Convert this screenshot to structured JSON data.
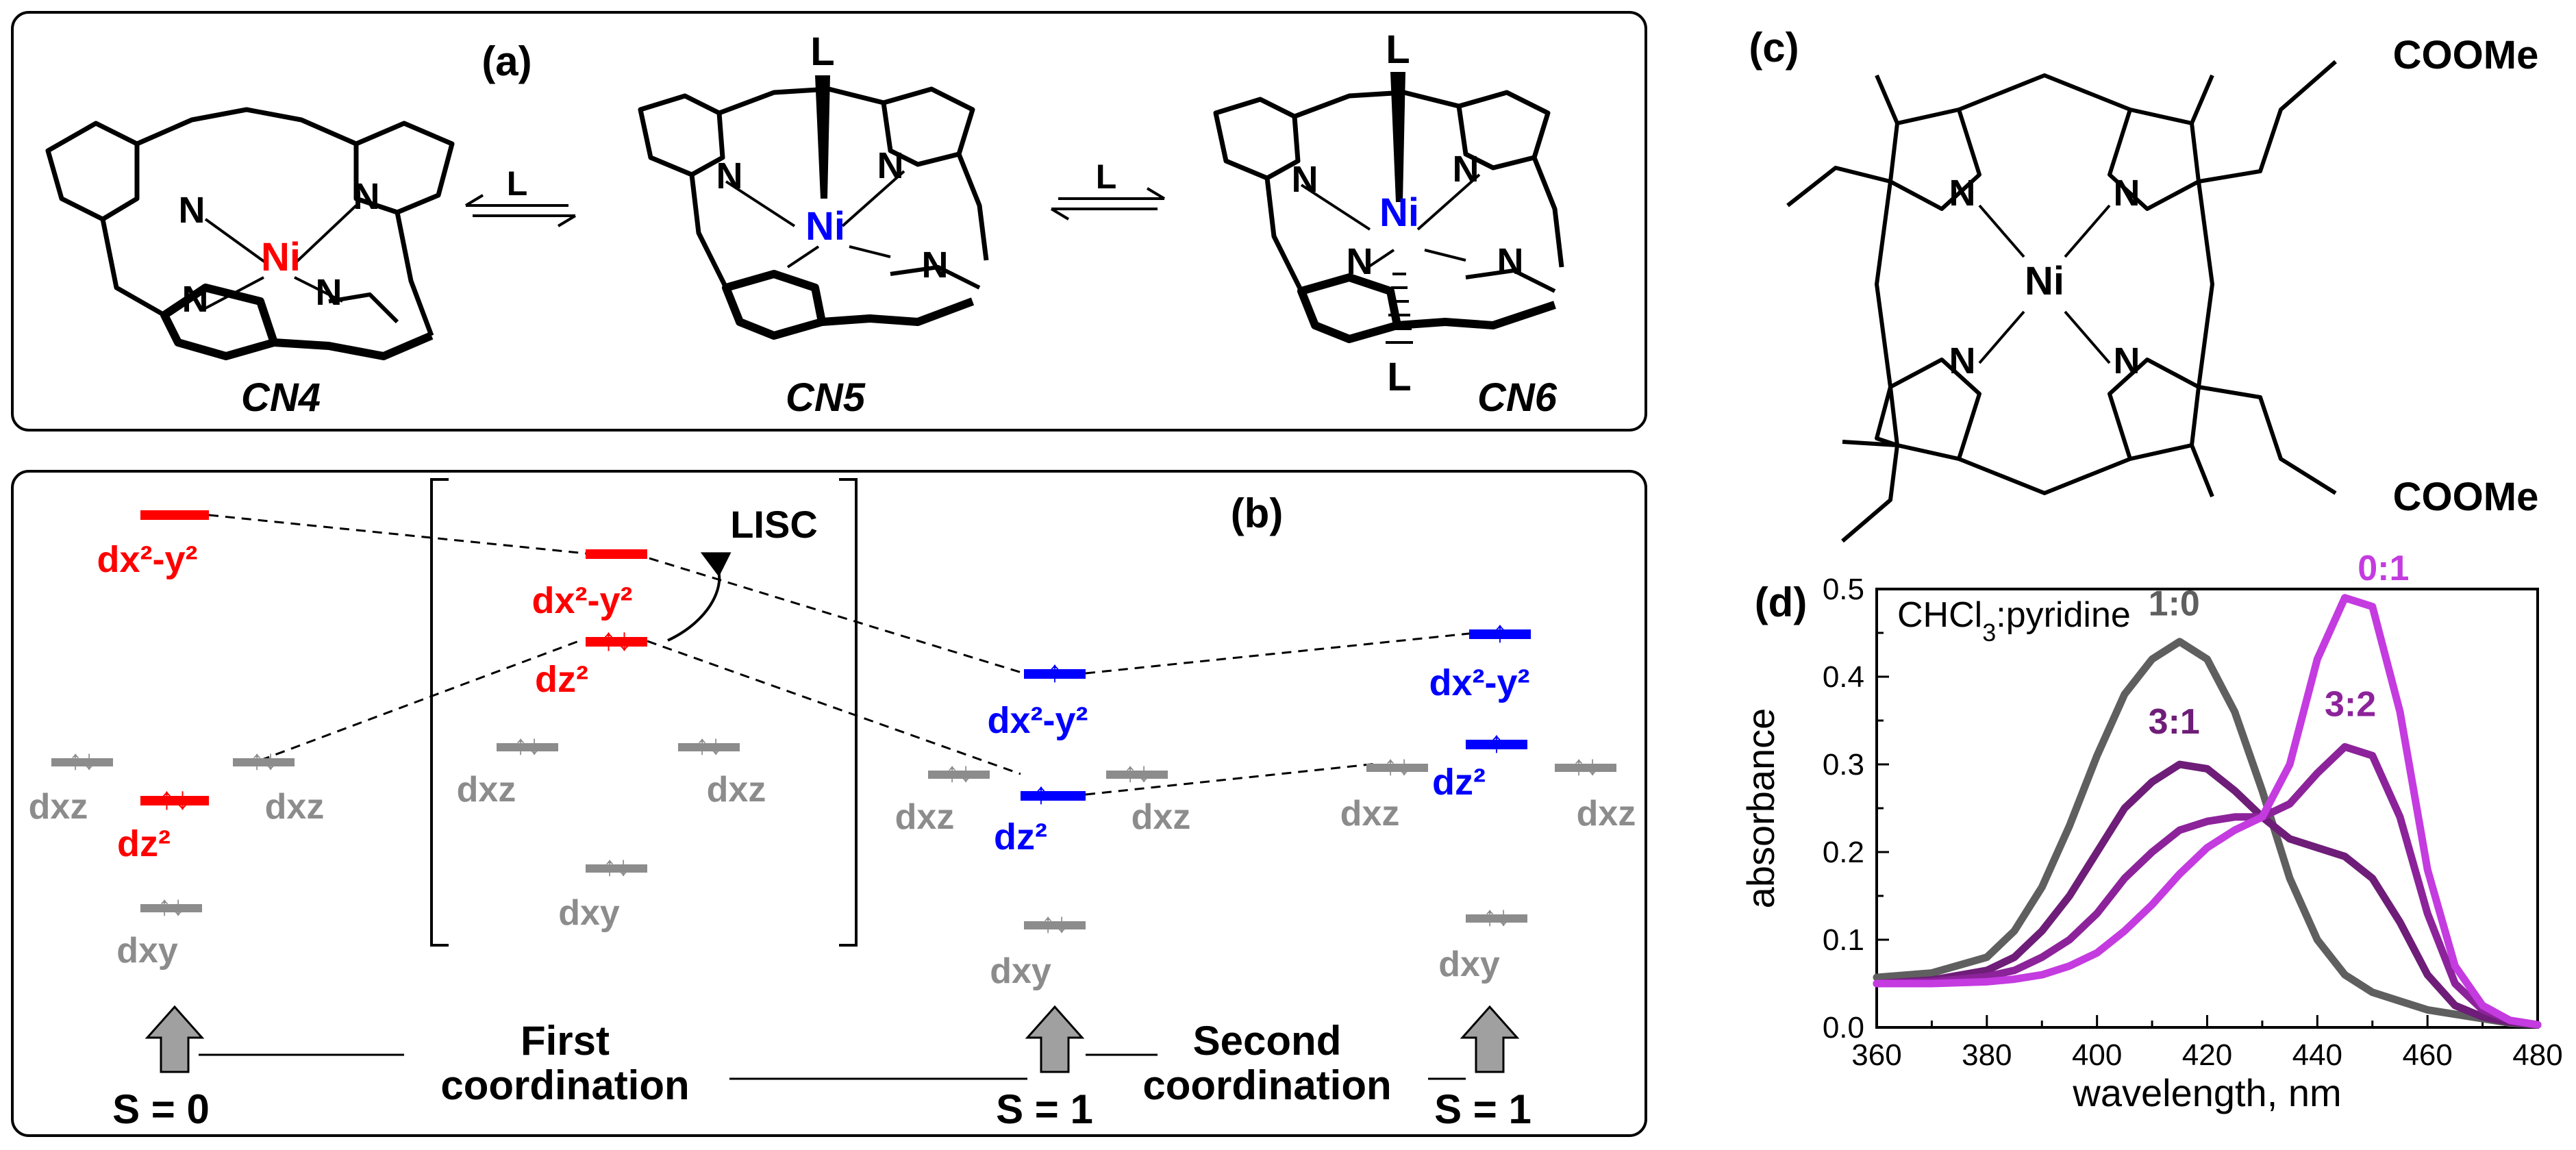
{
  "colors": {
    "cn4": "#ff0000",
    "cn5": "#0000ff",
    "gray_orbital": "#8c8c8c",
    "black": "#000000",
    "series_1_0": "#5f5f5f",
    "series_3_1": "#6e1d78",
    "series_3_2": "#8c239a",
    "series_0_1": "#c43be0"
  },
  "panel_a": {
    "label": "(a)",
    "cn4": "CN4",
    "cn5": "CN5",
    "cn6": "CN6",
    "ligand": "L",
    "ni": "Ni",
    "n": "N"
  },
  "panel_b": {
    "label": "(b)",
    "lisc": "LISC",
    "first_coordination": [
      "First",
      "coordination"
    ],
    "second_coordination": [
      "Second",
      "coordination"
    ],
    "spin_s0": "S = 0",
    "spin_s1a": "S = 1",
    "spin_s1b": "S = 1",
    "orbital_dx2y2": "dx²-y²",
    "orbital_dz2": "dz²",
    "orbital_dxz": "dxz",
    "orbital_dxy": "dxy"
  },
  "panel_c": {
    "label": "(c)",
    "substituent_top": "COOMe",
    "substituent_bottom": "COOMe",
    "ni": "Ni",
    "n": "N"
  },
  "panel_d": {
    "label": "(d)"
  },
  "chart_data": {
    "type": "line",
    "title": "CHCl3:pyridine",
    "xlabel": "wavelength, nm",
    "ylabel": "absorbance",
    "xlim": [
      360,
      480
    ],
    "ylim": [
      0,
      0.5
    ],
    "xticks": [
      360,
      380,
      400,
      420,
      440,
      460,
      480
    ],
    "yticks": [
      0.0,
      0.1,
      0.2,
      0.3,
      0.4,
      0.5
    ],
    "series": [
      {
        "name": "1:0",
        "color": "#5f5f5f",
        "x": [
          360,
          370,
          380,
          385,
          390,
          395,
          400,
          405,
          410,
          415,
          420,
          425,
          430,
          435,
          440,
          445,
          450,
          455,
          460,
          465,
          470,
          475,
          480
        ],
        "y": [
          0.057,
          0.062,
          0.08,
          0.11,
          0.16,
          0.23,
          0.31,
          0.38,
          0.42,
          0.44,
          0.42,
          0.36,
          0.27,
          0.17,
          0.1,
          0.06,
          0.04,
          0.03,
          0.02,
          0.015,
          0.01,
          0.005,
          0.003
        ]
      },
      {
        "name": "3:1",
        "color": "#6e1d78",
        "x": [
          360,
          370,
          380,
          385,
          390,
          395,
          400,
          405,
          410,
          415,
          420,
          425,
          430,
          435,
          440,
          445,
          450,
          455,
          460,
          465,
          470,
          475,
          480
        ],
        "y": [
          0.05,
          0.054,
          0.065,
          0.08,
          0.11,
          0.15,
          0.2,
          0.25,
          0.28,
          0.3,
          0.295,
          0.27,
          0.24,
          0.215,
          0.205,
          0.195,
          0.17,
          0.12,
          0.06,
          0.025,
          0.012,
          0.006,
          0.003
        ]
      },
      {
        "name": "3:2",
        "color": "#8c239a",
        "x": [
          360,
          370,
          380,
          385,
          390,
          395,
          400,
          405,
          410,
          415,
          420,
          425,
          430,
          435,
          440,
          445,
          450,
          455,
          460,
          465,
          470,
          475,
          480
        ],
        "y": [
          0.05,
          0.052,
          0.058,
          0.065,
          0.08,
          0.1,
          0.13,
          0.17,
          0.2,
          0.225,
          0.235,
          0.24,
          0.24,
          0.255,
          0.29,
          0.32,
          0.31,
          0.24,
          0.13,
          0.05,
          0.02,
          0.008,
          0.003
        ]
      },
      {
        "name": "0:1",
        "color": "#c43be0",
        "x": [
          360,
          370,
          380,
          385,
          390,
          395,
          400,
          405,
          410,
          415,
          420,
          425,
          430,
          435,
          440,
          445,
          450,
          455,
          460,
          465,
          470,
          475,
          480
        ],
        "y": [
          0.05,
          0.05,
          0.052,
          0.055,
          0.06,
          0.07,
          0.085,
          0.11,
          0.14,
          0.175,
          0.205,
          0.225,
          0.24,
          0.3,
          0.42,
          0.49,
          0.48,
          0.36,
          0.18,
          0.07,
          0.025,
          0.008,
          0.003
        ]
      }
    ],
    "annotations": [
      {
        "text": "1:0",
        "x": 414,
        "y": 0.47,
        "color": "#5f5f5f"
      },
      {
        "text": "3:1",
        "x": 414,
        "y": 0.335,
        "color": "#6e1d78"
      },
      {
        "text": "3:2",
        "x": 446,
        "y": 0.355,
        "color": "#8c239a"
      },
      {
        "text": "0:1",
        "x": 452,
        "y": 0.51,
        "color": "#c43be0"
      }
    ]
  }
}
